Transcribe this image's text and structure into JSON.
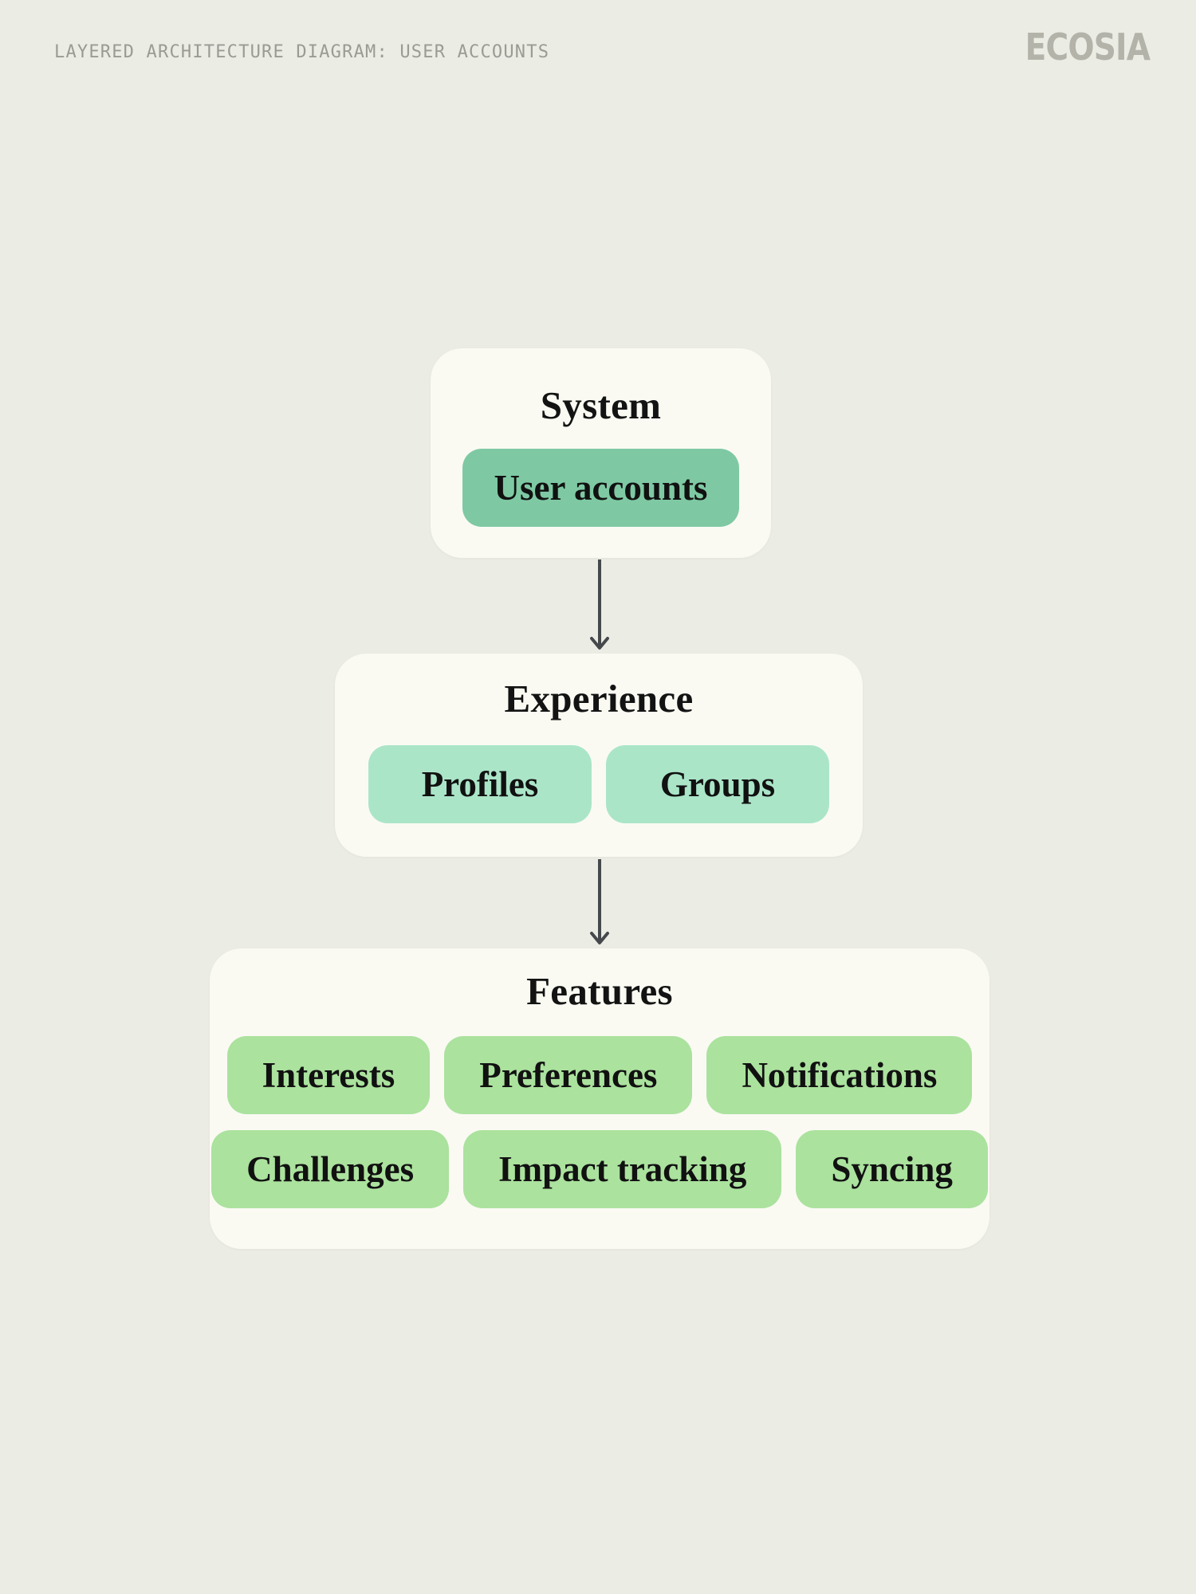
{
  "header": {
    "title": "LAYERED ARCHITECTURE DIAGRAM: USER ACCOUNTS",
    "brand": "ECOSIA"
  },
  "diagram": {
    "type": "layered-architecture",
    "layers": [
      {
        "title": "System",
        "chips": [
          "User accounts"
        ]
      },
      {
        "title": "Experience",
        "chips": [
          "Profiles",
          "Groups"
        ]
      },
      {
        "title": "Features",
        "chips": [
          "Interests",
          "Preferences",
          "Notifications",
          "Challenges",
          "Impact tracking",
          "Syncing"
        ]
      }
    ],
    "connectors": [
      {
        "from": "System",
        "to": "Experience",
        "style": "arrow-down"
      },
      {
        "from": "Experience",
        "to": "Features",
        "style": "arrow-down"
      }
    ]
  },
  "colors": {
    "background": "#ebece4",
    "card": "#fafaf3",
    "chip_system": "#7ec9a3",
    "chip_experience": "#abe5c8",
    "chip_features": "#abe29e",
    "text": "#131313",
    "header_text": "#9a9b94",
    "brand_text": "#b3b3aa",
    "arrow": "#45494b"
  }
}
